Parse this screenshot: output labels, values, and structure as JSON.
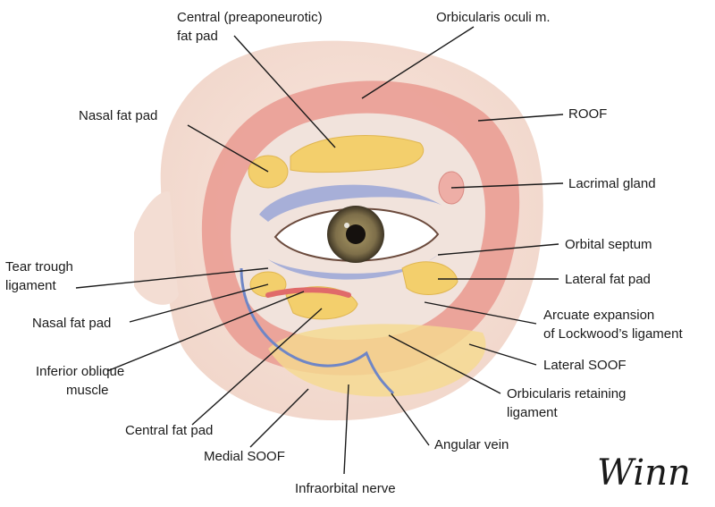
{
  "labels": {
    "central_preaponeurotic_1": "Central (preaponeurotic)",
    "central_preaponeurotic_2": "fat pad",
    "orbicularis_oculi": "Orbicularis oculi m.",
    "nasal_fat_pad_upper": "Nasal fat pad",
    "roof": "ROOF",
    "lacrimal_gland": "Lacrimal gland",
    "tear_trough_1": "Tear trough",
    "tear_trough_2": "ligament",
    "orbital_septum": "Orbital septum",
    "lateral_fat_pad": "Lateral fat pad",
    "nasal_fat_pad_lower": "Nasal fat pad",
    "arcuate_1": "Arcuate expansion",
    "arcuate_2": "of Lockwood’s ligament",
    "inferior_oblique_1": "Inferior oblique",
    "inferior_oblique_2": "muscle",
    "lateral_soof": "Lateral SOOF",
    "orbicularis_retaining_1": "Orbicularis retaining",
    "orbicularis_retaining_2": "ligament",
    "central_fat_pad": "Central fat pad",
    "angular_vein": "Angular vein",
    "medial_soof": "Medial SOOF",
    "infraorbital_nerve": "Infraorbital nerve"
  },
  "signature": "Winn",
  "colors": {
    "skin": "#f6e6dc",
    "muscle": "#e38b84",
    "fat": "#f3cf6c",
    "septum_blue": "#a7afd8",
    "iris": "#8a7a52",
    "vein": "#6f86c6"
  }
}
